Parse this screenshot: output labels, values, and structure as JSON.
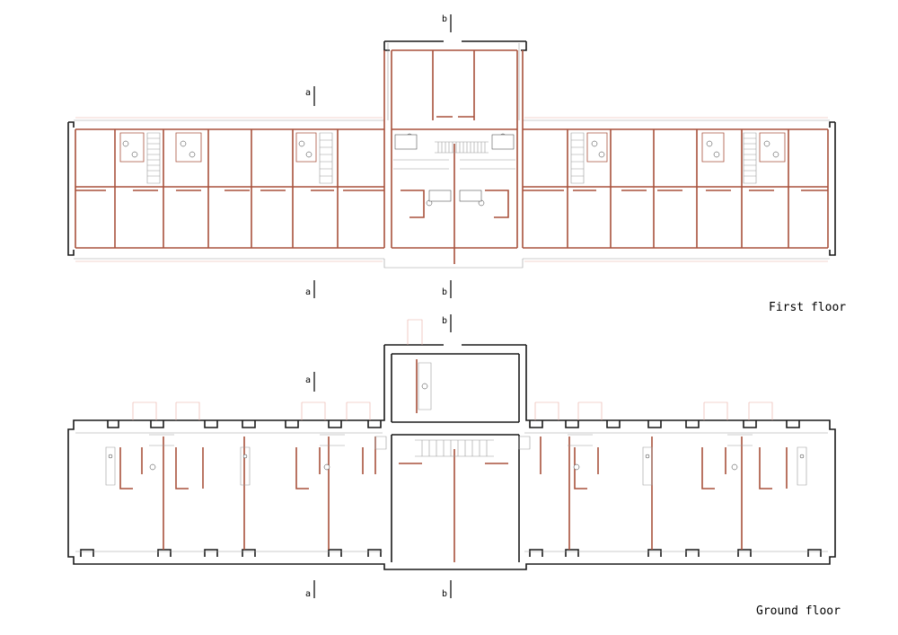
{
  "labels": {
    "first_floor": "First floor",
    "ground_floor": "Ground floor"
  },
  "section_marks": {
    "a": "a",
    "b": "b"
  },
  "colors": {
    "new_walls": "#a8513c",
    "existing_walls": "#1a1a1a",
    "background": "#ffffff"
  }
}
